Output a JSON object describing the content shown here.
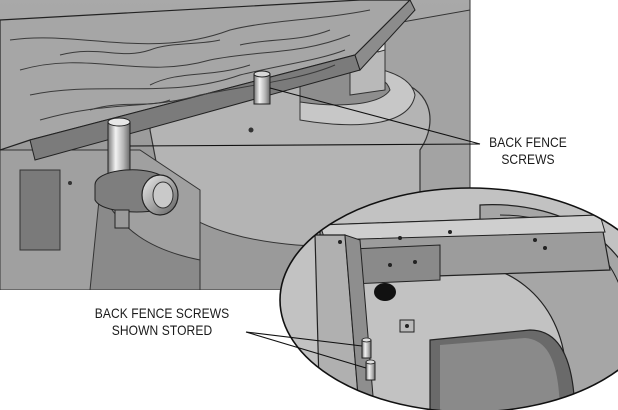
{
  "callouts": {
    "back_fence_screws": {
      "line1": "BACK FENCE",
      "line2": "SCREWS"
    },
    "stored_screws": {
      "line1": "BACK FENCE SCREWS",
      "line2": "SHOWN STORED"
    }
  },
  "colors": {
    "casting_light": "#bdbdbd",
    "casting_mid": "#9e9e9e",
    "casting_dark": "#6e6e6e",
    "shadow": "#4a4a4a",
    "table_wood": "#9c9c9c",
    "outline": "#1a1a1a"
  },
  "icons": [
    "screw-icon",
    "fence-knob-icon"
  ]
}
